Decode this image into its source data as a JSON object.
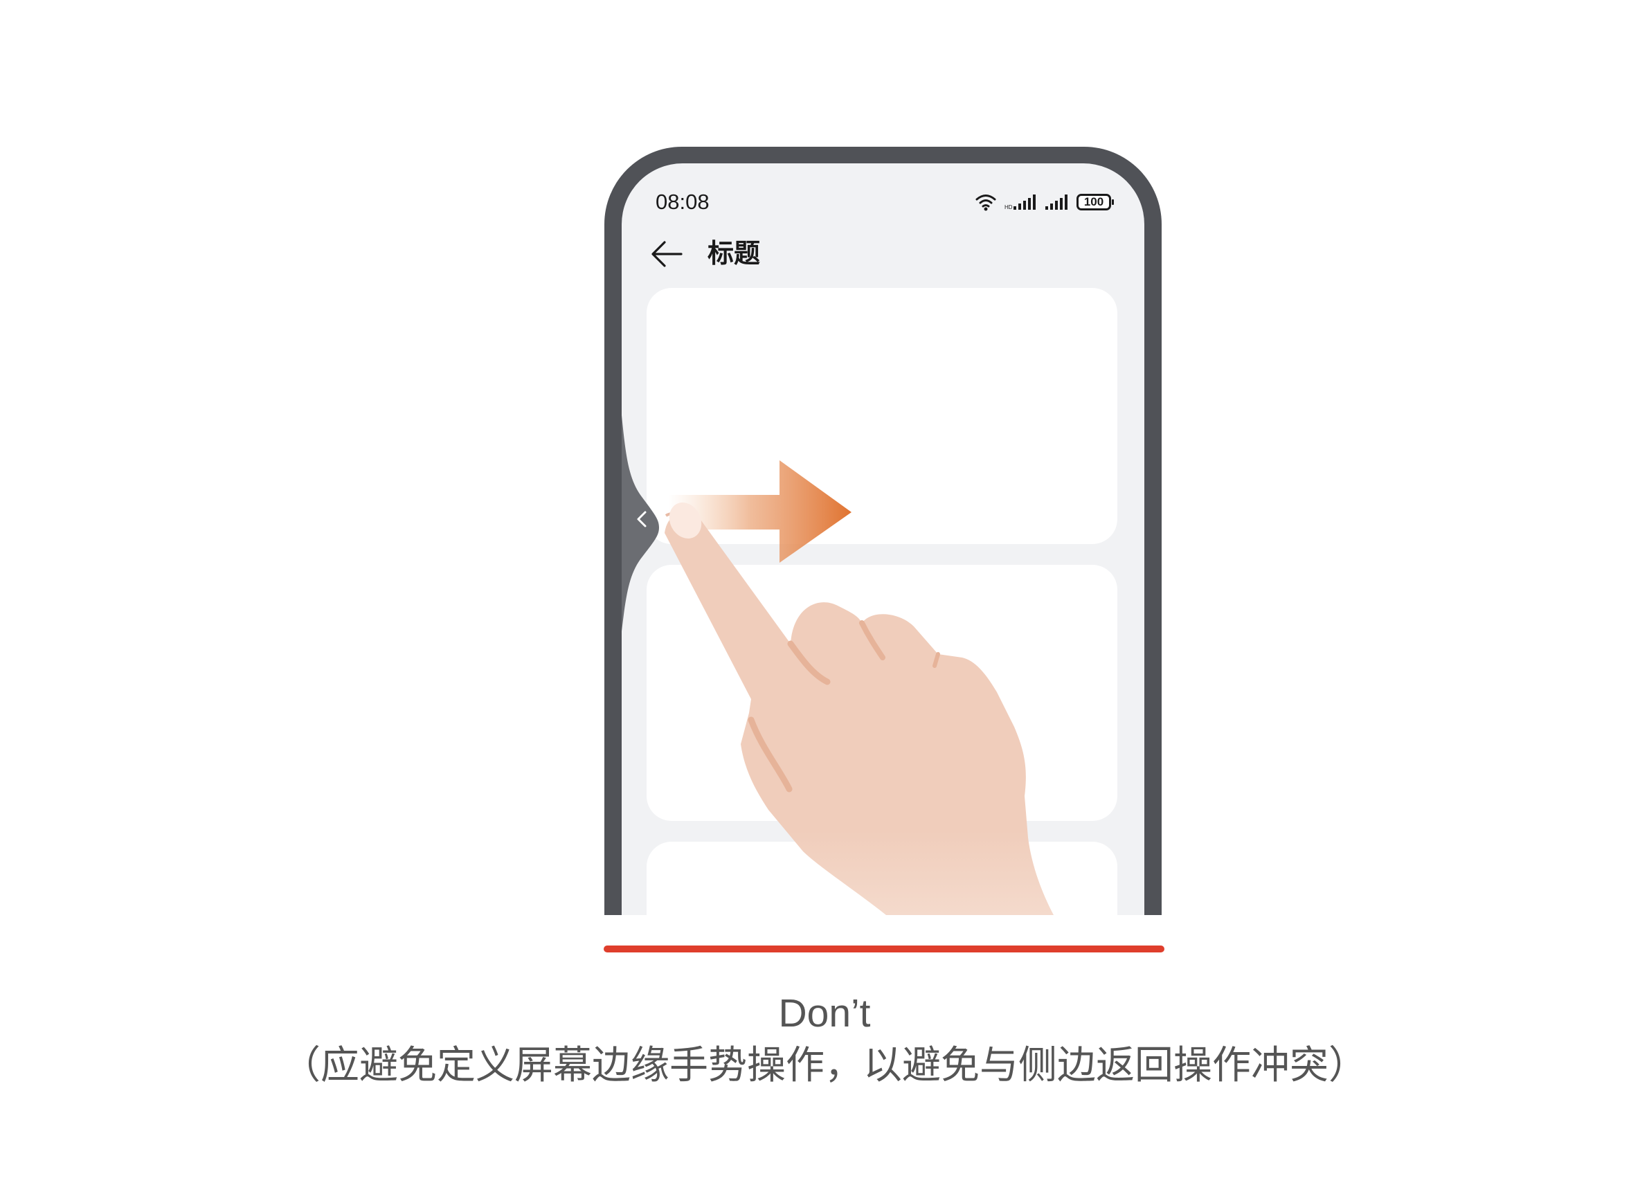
{
  "status_bar": {
    "time": "08:08",
    "battery": "100"
  },
  "header": {
    "title": "标题"
  },
  "colors": {
    "phone_frame": "#505257",
    "screen_bg": "#f1f2f4",
    "card_bg": "#ffffff",
    "arrow_accent": "#e07330",
    "dont_bar": "#df3e2c",
    "hand": "#f0cdbb"
  },
  "icons": {
    "back": "arrow-left-icon",
    "edge_back": "chevron-left-icon",
    "wifi": "wifi-icon",
    "signal": "signal-icon",
    "battery": "battery-icon",
    "swipe": "arrow-right-icon"
  },
  "verdict": "Don’t",
  "caption": "（应避免定义屏幕边缘手势操作，以避免与侧边返回操作冲突）"
}
